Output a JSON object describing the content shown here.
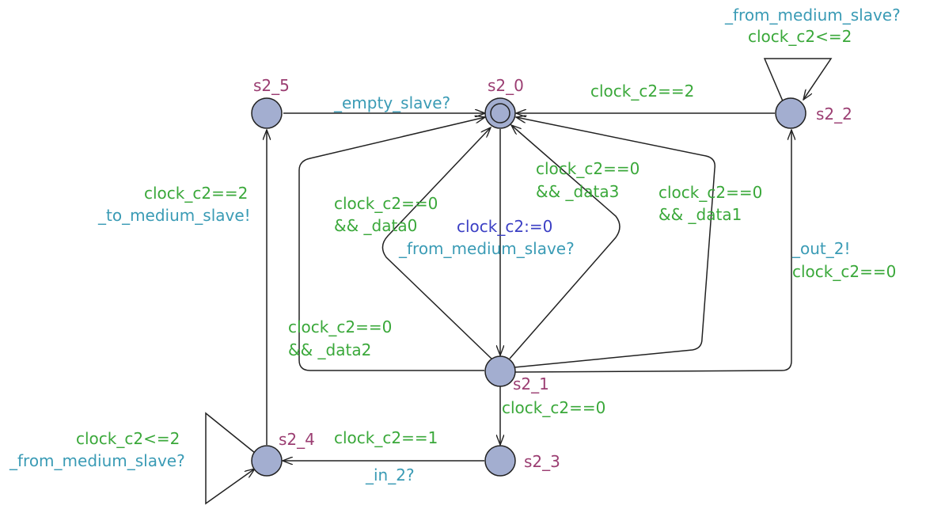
{
  "states": {
    "s2_0": {
      "name": "s2_0",
      "initial": true
    },
    "s2_1": {
      "name": "s2_1"
    },
    "s2_2": {
      "name": "s2_2"
    },
    "s2_3": {
      "name": "s2_3"
    },
    "s2_4": {
      "name": "s2_4"
    },
    "s2_5": {
      "name": "s2_5"
    }
  },
  "edges": {
    "s2_5_to_s2_0": {
      "sync": "_empty_slave?"
    },
    "s2_2_to_s2_0": {
      "guard": "clock_c2==2"
    },
    "s2_2_loop": {
      "sync": "_from_medium_slave?",
      "guard": "clock_c2<=2"
    },
    "s2_0_to_s2_1": {
      "assign": "clock_c2:=0",
      "sync": "_from_medium_slave?"
    },
    "s2_1_to_s2_0_data0": {
      "guard_line1": "clock_c2==0",
      "guard_line2": "&& _data0"
    },
    "s2_1_to_s2_0_data3": {
      "guard_line1": "clock_c2==0",
      "guard_line2": "&& _data3"
    },
    "s2_1_to_s2_0_data1": {
      "guard_line1": "clock_c2==0",
      "guard_line2": "&& _data1"
    },
    "s2_1_to_s2_0_data2": {
      "guard_line1": "clock_c2==0",
      "guard_line2": "&& _data2"
    },
    "s2_1_to_s2_2": {
      "sync": "_out_2!",
      "guard": "clock_c2==0"
    },
    "s2_1_to_s2_3": {
      "guard": "clock_c2==0"
    },
    "s2_3_to_s2_4": {
      "guard": "clock_c2==1",
      "sync": "_in_2?"
    },
    "s2_4_loop": {
      "guard": "clock_c2<=2",
      "sync": "_from_medium_slave?"
    },
    "s2_4_to_s2_5": {
      "guard": "clock_c2==2",
      "sync": "_to_medium_slave!"
    }
  }
}
